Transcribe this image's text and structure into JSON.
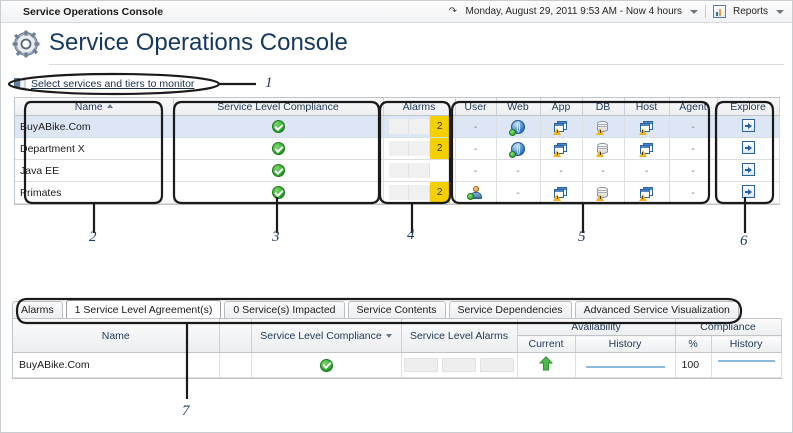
{
  "window": {
    "title": "Service Operations Console"
  },
  "topbar": {
    "title": "Service Operations Console",
    "time_range": "Monday, August 29, 2011 9:53 AM - Now 4 hours",
    "time_icon": "clock-refresh-icon",
    "reports_label": "Reports",
    "reports_icon": "report-chart-icon",
    "caret_icon": "chevron-down-icon"
  },
  "page": {
    "title": "Service Operations Console",
    "gear_icon": "gear-icon"
  },
  "select_row": {
    "icon": "select-services-icon",
    "label": "Select services and tiers to monitor"
  },
  "upper_grid": {
    "columns": {
      "name": "Name",
      "slc": "Service Level Compliance",
      "alarms": "Alarms",
      "user": "User",
      "web": "Web",
      "app": "App",
      "db": "DB",
      "host": "Host",
      "agent": "Agent",
      "explore": "Explore"
    },
    "sort": {
      "column": "Name",
      "direction": "asc",
      "icon": "sort-ascending-icon"
    },
    "rows": [
      {
        "name": "BuyABike.Com",
        "selected": true,
        "slc": "ok",
        "slc_icon": "green-check-icon",
        "alarms": [
          "empty",
          "empty",
          "2"
        ],
        "user": "-",
        "web": "globe-ok-icon",
        "app": "app-window-warning-icon",
        "db": "database-warning-icon",
        "host": "host-warning-icon",
        "agent": "-",
        "explore_icon": "explore-arrow-icon"
      },
      {
        "name": "Department X",
        "selected": false,
        "slc": "ok",
        "slc_icon": "green-check-icon",
        "alarms": [
          "empty",
          "empty",
          "2"
        ],
        "user": "-",
        "web": "globe-ok-icon",
        "app": "app-window-warning-icon",
        "db": "database-warning-icon",
        "host": "host-warning-icon",
        "agent": "-",
        "explore_icon": "explore-arrow-icon"
      },
      {
        "name": "Java EE",
        "selected": false,
        "slc": "ok",
        "slc_icon": "green-check-icon",
        "alarms": [
          "empty",
          "empty",
          "blank"
        ],
        "user": "-",
        "web": "-",
        "app": "-",
        "db": "-",
        "host": "-",
        "agent": "-",
        "explore_icon": "explore-arrow-icon"
      },
      {
        "name": "Primates",
        "selected": false,
        "slc": "ok",
        "slc_icon": "green-check-icon",
        "alarms": [
          "empty",
          "empty",
          "2"
        ],
        "user": "person-ok-icon",
        "web": "-",
        "app": "app-window-warning-icon",
        "db": "database-warning-icon",
        "host": "host-warning-icon",
        "agent": "-",
        "explore_icon": "explore-arrow-icon"
      }
    ]
  },
  "bottom_panel": {
    "tabs": [
      {
        "label": "Alarms",
        "active": false
      },
      {
        "label": "1 Service Level Agreement(s)",
        "active": true
      },
      {
        "label": "0 Service(s) Impacted",
        "active": false
      },
      {
        "label": "Service Contents",
        "active": false
      },
      {
        "label": "Service Dependencies",
        "active": false
      },
      {
        "label": "Advanced Service Visualization",
        "active": false
      }
    ],
    "columns": {
      "name": "Name",
      "slc": "Service Level Compliance",
      "sla": "Service Level Alarms",
      "availability": "Availability",
      "availability_current": "Current",
      "availability_history": "History",
      "compliance": "Compliance",
      "compliance_pct": "%",
      "compliance_history": "History"
    },
    "sort": {
      "column": "Service Level Compliance",
      "direction": "desc",
      "icon": "sort-descending-icon"
    },
    "rows": [
      {
        "name": "BuyABike.Com",
        "slc_icon": "green-check-icon",
        "sla_boxes": [
          "empty",
          "empty",
          "empty"
        ],
        "availability_current_icon": "green-up-arrow-icon",
        "availability_history": "sparkline",
        "compliance_pct": "100",
        "compliance_history": "sparkline"
      }
    ]
  },
  "callouts": [
    {
      "id": "1",
      "label": "1"
    },
    {
      "id": "2",
      "label": "2"
    },
    {
      "id": "3",
      "label": "3"
    },
    {
      "id": "4",
      "label": "4"
    },
    {
      "id": "5",
      "label": "5"
    },
    {
      "id": "6",
      "label": "6"
    },
    {
      "id": "7",
      "label": "7"
    }
  ],
  "colors": {
    "title_blue": "#16375f",
    "alarm_yellow": "#f5d000",
    "selection_blue": "#dce6f4",
    "ok_green": "#1f9c23",
    "frame_gray": "#bfc4c9"
  }
}
